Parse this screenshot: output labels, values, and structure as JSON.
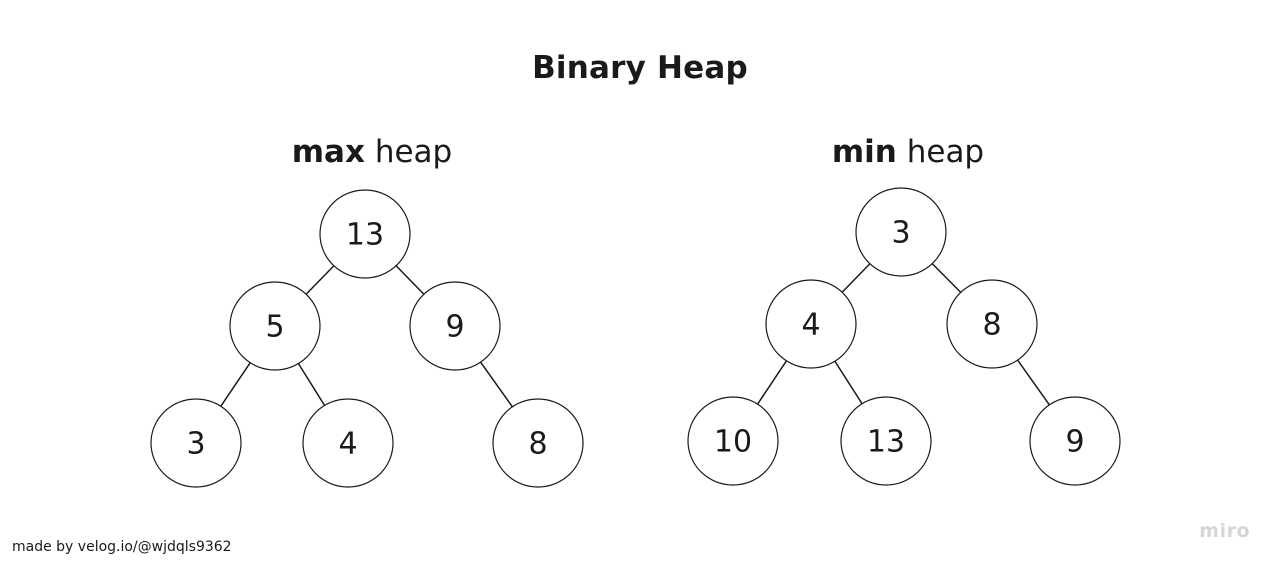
{
  "title": "Binary Heap",
  "max_heap": {
    "title_bold": "max",
    "title_rest": "heap",
    "nodes": [
      "13",
      "5",
      "9",
      "3",
      "4",
      "8"
    ],
    "edges": [
      [
        0,
        1
      ],
      [
        0,
        2
      ],
      [
        1,
        3
      ],
      [
        1,
        4
      ],
      [
        2,
        5
      ]
    ]
  },
  "min_heap": {
    "title_bold": "min",
    "title_rest": "heap",
    "nodes": [
      "3",
      "4",
      "8",
      "10",
      "13",
      "9"
    ],
    "edges": [
      [
        0,
        1
      ],
      [
        0,
        2
      ],
      [
        1,
        3
      ],
      [
        1,
        4
      ],
      [
        2,
        5
      ]
    ]
  },
  "credit": "made by velog.io/@wjdqls9362",
  "watermark": "miro",
  "colors": {
    "stroke": "#1a1a1a",
    "watermark": "#d6d6d6",
    "background": "#ffffff"
  }
}
